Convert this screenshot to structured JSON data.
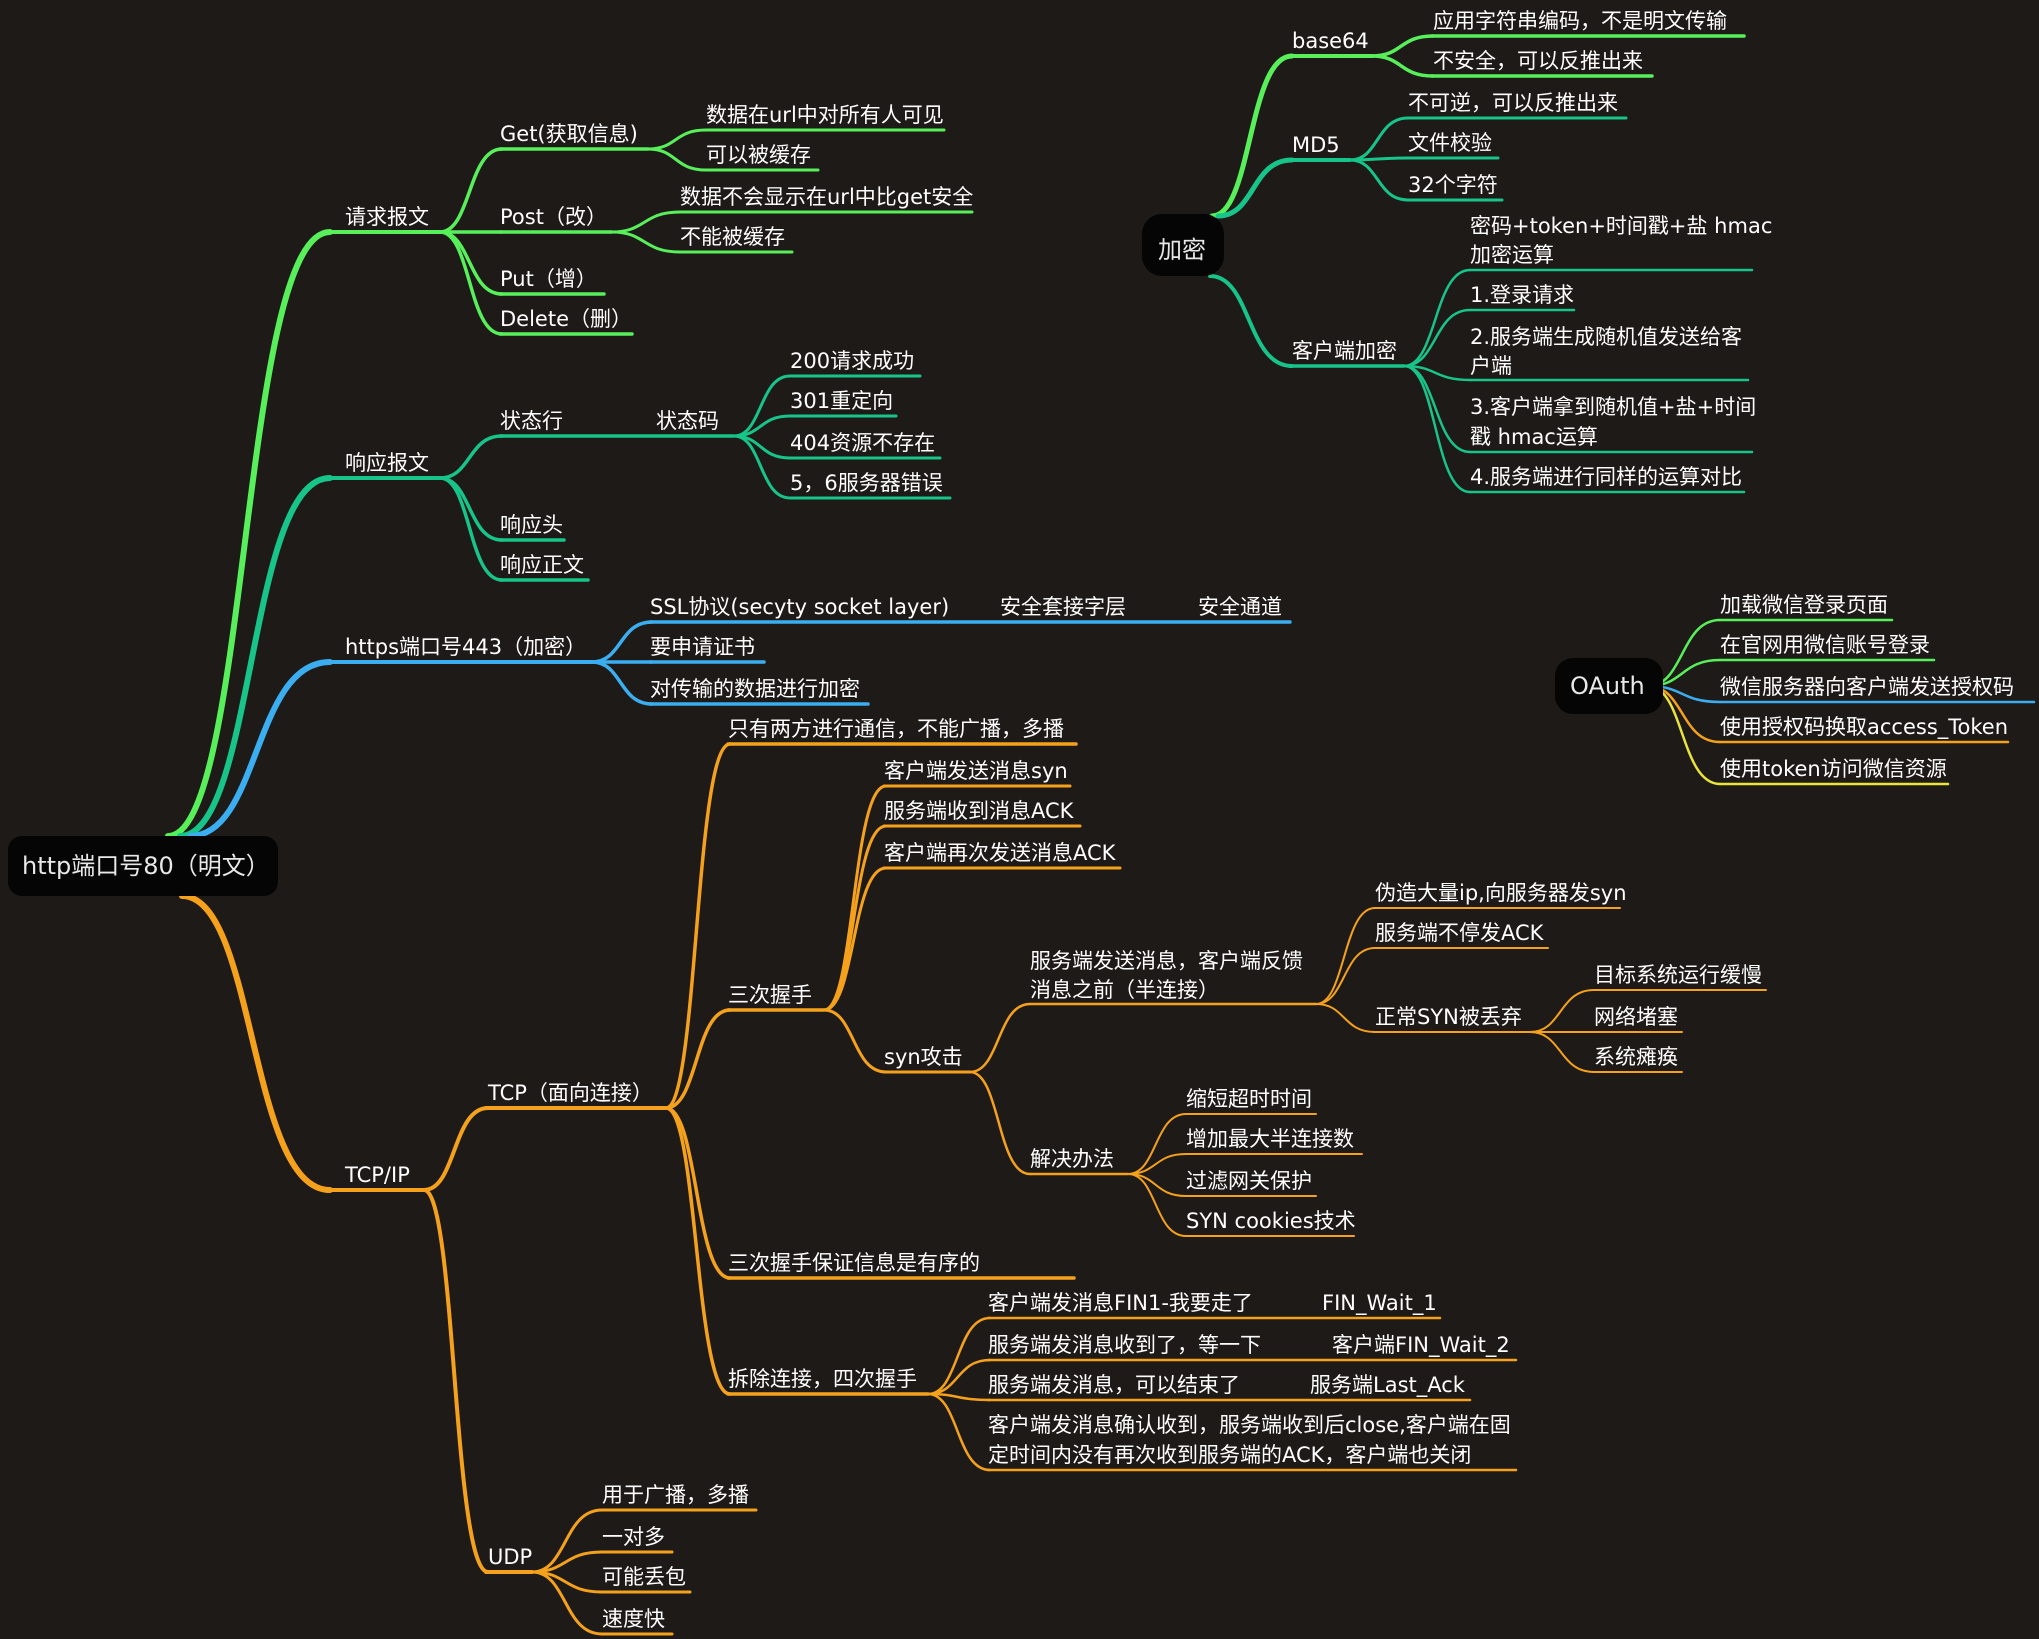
{
  "root": "http端口号80（明文）",
  "req": {
    "title": "请求报文",
    "get": "Get(获取信息)",
    "get_items": [
      "数据在url中对所有人可见",
      "可以被缓存"
    ],
    "post": "Post（改）",
    "post_items": [
      "数据不会显示在url中比get安全",
      "不能被缓存"
    ],
    "put": "Put（增）",
    "delete": "Delete（删）"
  },
  "resp": {
    "title": "响应报文",
    "status_line": "状态行",
    "status_code": "状态码",
    "codes": [
      "200请求成功",
      "301重定向",
      "404资源不存在",
      "5，6服务器错误"
    ],
    "header": "响应头",
    "body": "响应正文"
  },
  "https": {
    "title": "https端口号443（加密）",
    "ssl": "SSL协议(secyty socket layer)",
    "ssl_sub": "安全套接字层",
    "ssl_sub2": "安全通道",
    "cert": "要申请证书",
    "encrypt": "对传输的数据进行加密"
  },
  "tcpip": {
    "title": "TCP/IP",
    "tcp": "TCP（面向连接）",
    "only_two": "只有两方进行通信，不能广播，多播",
    "handshake": "三次握手",
    "handshake_items": [
      "客户端发送消息syn",
      "服务端收到消息ACK",
      "客户端再次发送消息ACK"
    ],
    "syn_attack": "syn攻击",
    "half_open": [
      "服务端发送消息，客户端反馈",
      "消息之前（半连接）"
    ],
    "half_items": [
      "伪造大量ip,向服务器发syn",
      "服务端不停发ACK"
    ],
    "syn_drop": "正常SYN被丢弃",
    "drop_items": [
      "目标系统运行缓慢",
      "网络堵塞",
      "系统瘫痪"
    ],
    "solution": "解决办法",
    "solution_items": [
      "缩短超时时间",
      "增加最大半连接数",
      "过滤网关保护",
      "SYN cookies技术"
    ],
    "ordered": "三次握手保证信息是有序的",
    "teardown": "拆除连接，四次握手",
    "teardown_items": [
      "客户端发消息FIN1-我要走了",
      "服务端发消息收到了，等一下",
      "服务端发消息，可以结束了"
    ],
    "teardown_states": [
      "FIN_Wait_1",
      "客户端FIN_Wait_2",
      "服务端Last_Ack"
    ],
    "teardown_last": [
      "客户端发消息确认收到，服务端收到后close,客户端在固",
      "定时间内没有再次收到服务端的ACK，客户端也关闭"
    ],
    "udp": "UDP",
    "udp_items": [
      "用于广播，多播",
      "一对多",
      "可能丢包",
      "速度快"
    ]
  },
  "crypto": {
    "title": "加密",
    "base64": "base64",
    "base64_items": [
      "应用字符串编码，不是明文传输",
      "不安全，可以反推出来"
    ],
    "md5": "MD5",
    "md5_items": [
      "不可逆，可以反推出来",
      "文件校验",
      "32个字符"
    ],
    "client": "客户端加密",
    "client_items": [
      [
        "密码+token+时间戳+盐 hmac",
        "加密运算"
      ],
      [
        "1.登录请求"
      ],
      [
        "2.服务端生成随机值发送给客",
        "户端"
      ],
      [
        "3.客户端拿到随机值+盐+时间",
        "戳 hmac运算"
      ],
      [
        "4.服务端进行同样的运算对比"
      ]
    ]
  },
  "oauth": {
    "title": "OAuth",
    "items": [
      "加载微信登录页面",
      "在官网用微信账号登录",
      "微信服务器向客户端发送授权码",
      "使用授权码换取access_Token",
      "使用token访问微信资源"
    ]
  },
  "colors": {
    "bright_green": "#58f05a",
    "teal": "#17c48a",
    "blue": "#3aaef0",
    "orange": "#f5a11c",
    "yellow": "#e9e33a",
    "background": "#1e1a17",
    "hub": "#050505"
  }
}
